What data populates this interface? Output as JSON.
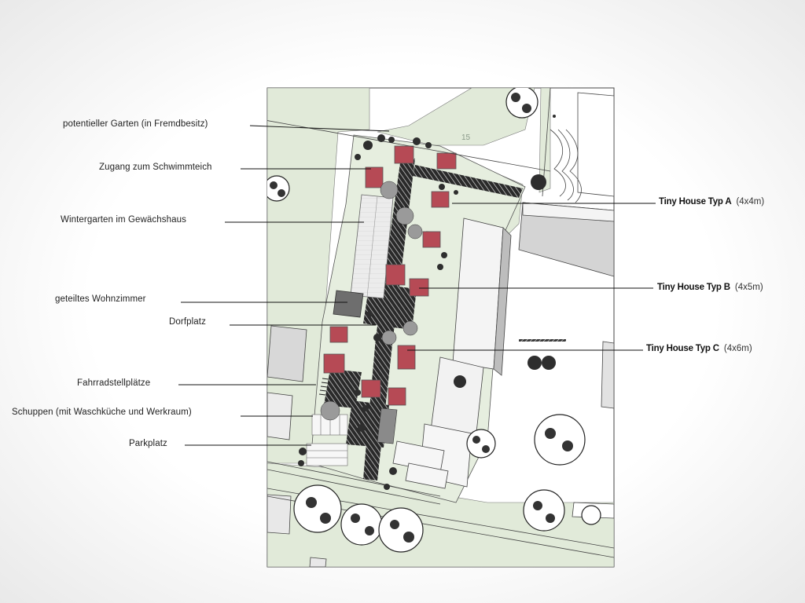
{
  "plot_number": "15",
  "labels": [
    {
      "id": "garden",
      "text": "potentiell​er Garten (in Fremdbesitz)"
    },
    {
      "id": "pond",
      "text": "Zugang zum Schwimmteich"
    },
    {
      "id": "wintergarden",
      "text": "Wintergarten im Gewächshaus"
    },
    {
      "id": "livingroom",
      "text": "geteiltes Wohnzimmer"
    },
    {
      "id": "square",
      "text": "Dorfplatz"
    },
    {
      "id": "bikes",
      "text": "Fahrradstellplätze"
    },
    {
      "id": "shed",
      "text": "Schuppen (mit Waschküche und Werkraum)"
    },
    {
      "id": "parking",
      "text": "Parkplatz"
    }
  ],
  "types": [
    {
      "id": "a",
      "name": "Tiny House Typ A",
      "dim": "(4x4m)"
    },
    {
      "id": "b",
      "name": "Tiny House Typ B",
      "dim": "(4x5m)"
    },
    {
      "id": "c",
      "name": "Tiny House Typ C",
      "dim": "(4x6m)"
    }
  ],
  "colors": {
    "green": "#e1ead9",
    "house_red": "#b64a55",
    "path_dark": "#2b2b2b",
    "building_grey": "#d0d0d0",
    "tree_dark": "#2e2e2e"
  }
}
